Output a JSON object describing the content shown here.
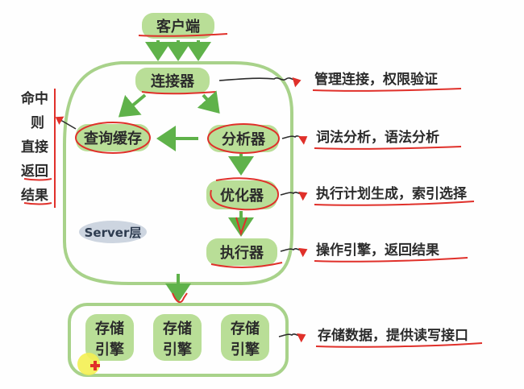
{
  "nodes": {
    "client": "客户端",
    "connector": "连接器",
    "query_cache": "查询缓存",
    "analyzer": "分析器",
    "optimizer": "优化器",
    "executor": "执行器",
    "storage_engine_1_line1": "存储",
    "storage_engine_1_line2": "引擎",
    "storage_engine_2_line1": "存储",
    "storage_engine_2_line2": "引擎",
    "storage_engine_3_line1": "存储",
    "storage_engine_3_line2": "引擎"
  },
  "notes": {
    "connector": "管理连接，权限验证",
    "analyzer": "词法分析，语法分析",
    "optimizer": "执行计划生成，索引选择",
    "executor": "操作引擎，返回结果",
    "storage": "存储数据，提供读写接口"
  },
  "side_note": {
    "line1": "命中",
    "line2": "则",
    "line3": "直接",
    "line4": "返回",
    "line5": "结果"
  },
  "server_label": "Server层",
  "colors": {
    "green": "#8cc36a",
    "arrow_green": "#5fb24a",
    "red": "#e0302a",
    "ink": "#2b2b2b",
    "server_badge": "#cdd5e0"
  }
}
